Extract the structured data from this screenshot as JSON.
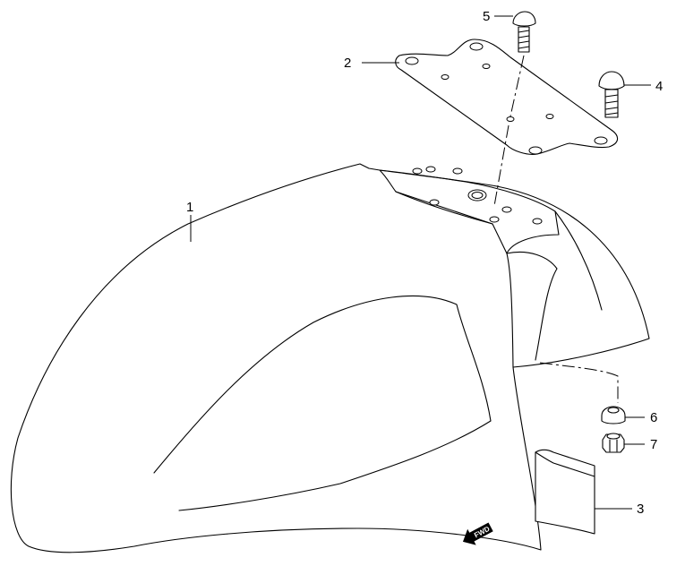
{
  "callouts": {
    "c1": "1",
    "c2": "2",
    "c3": "3",
    "c4": "4",
    "c5": "5",
    "c6": "6",
    "c7": "7"
  },
  "direction_marker": {
    "text": "FWD",
    "icon": "forward-arrow-icon"
  },
  "colors": {
    "line": "#000000",
    "background": "#ffffff"
  }
}
